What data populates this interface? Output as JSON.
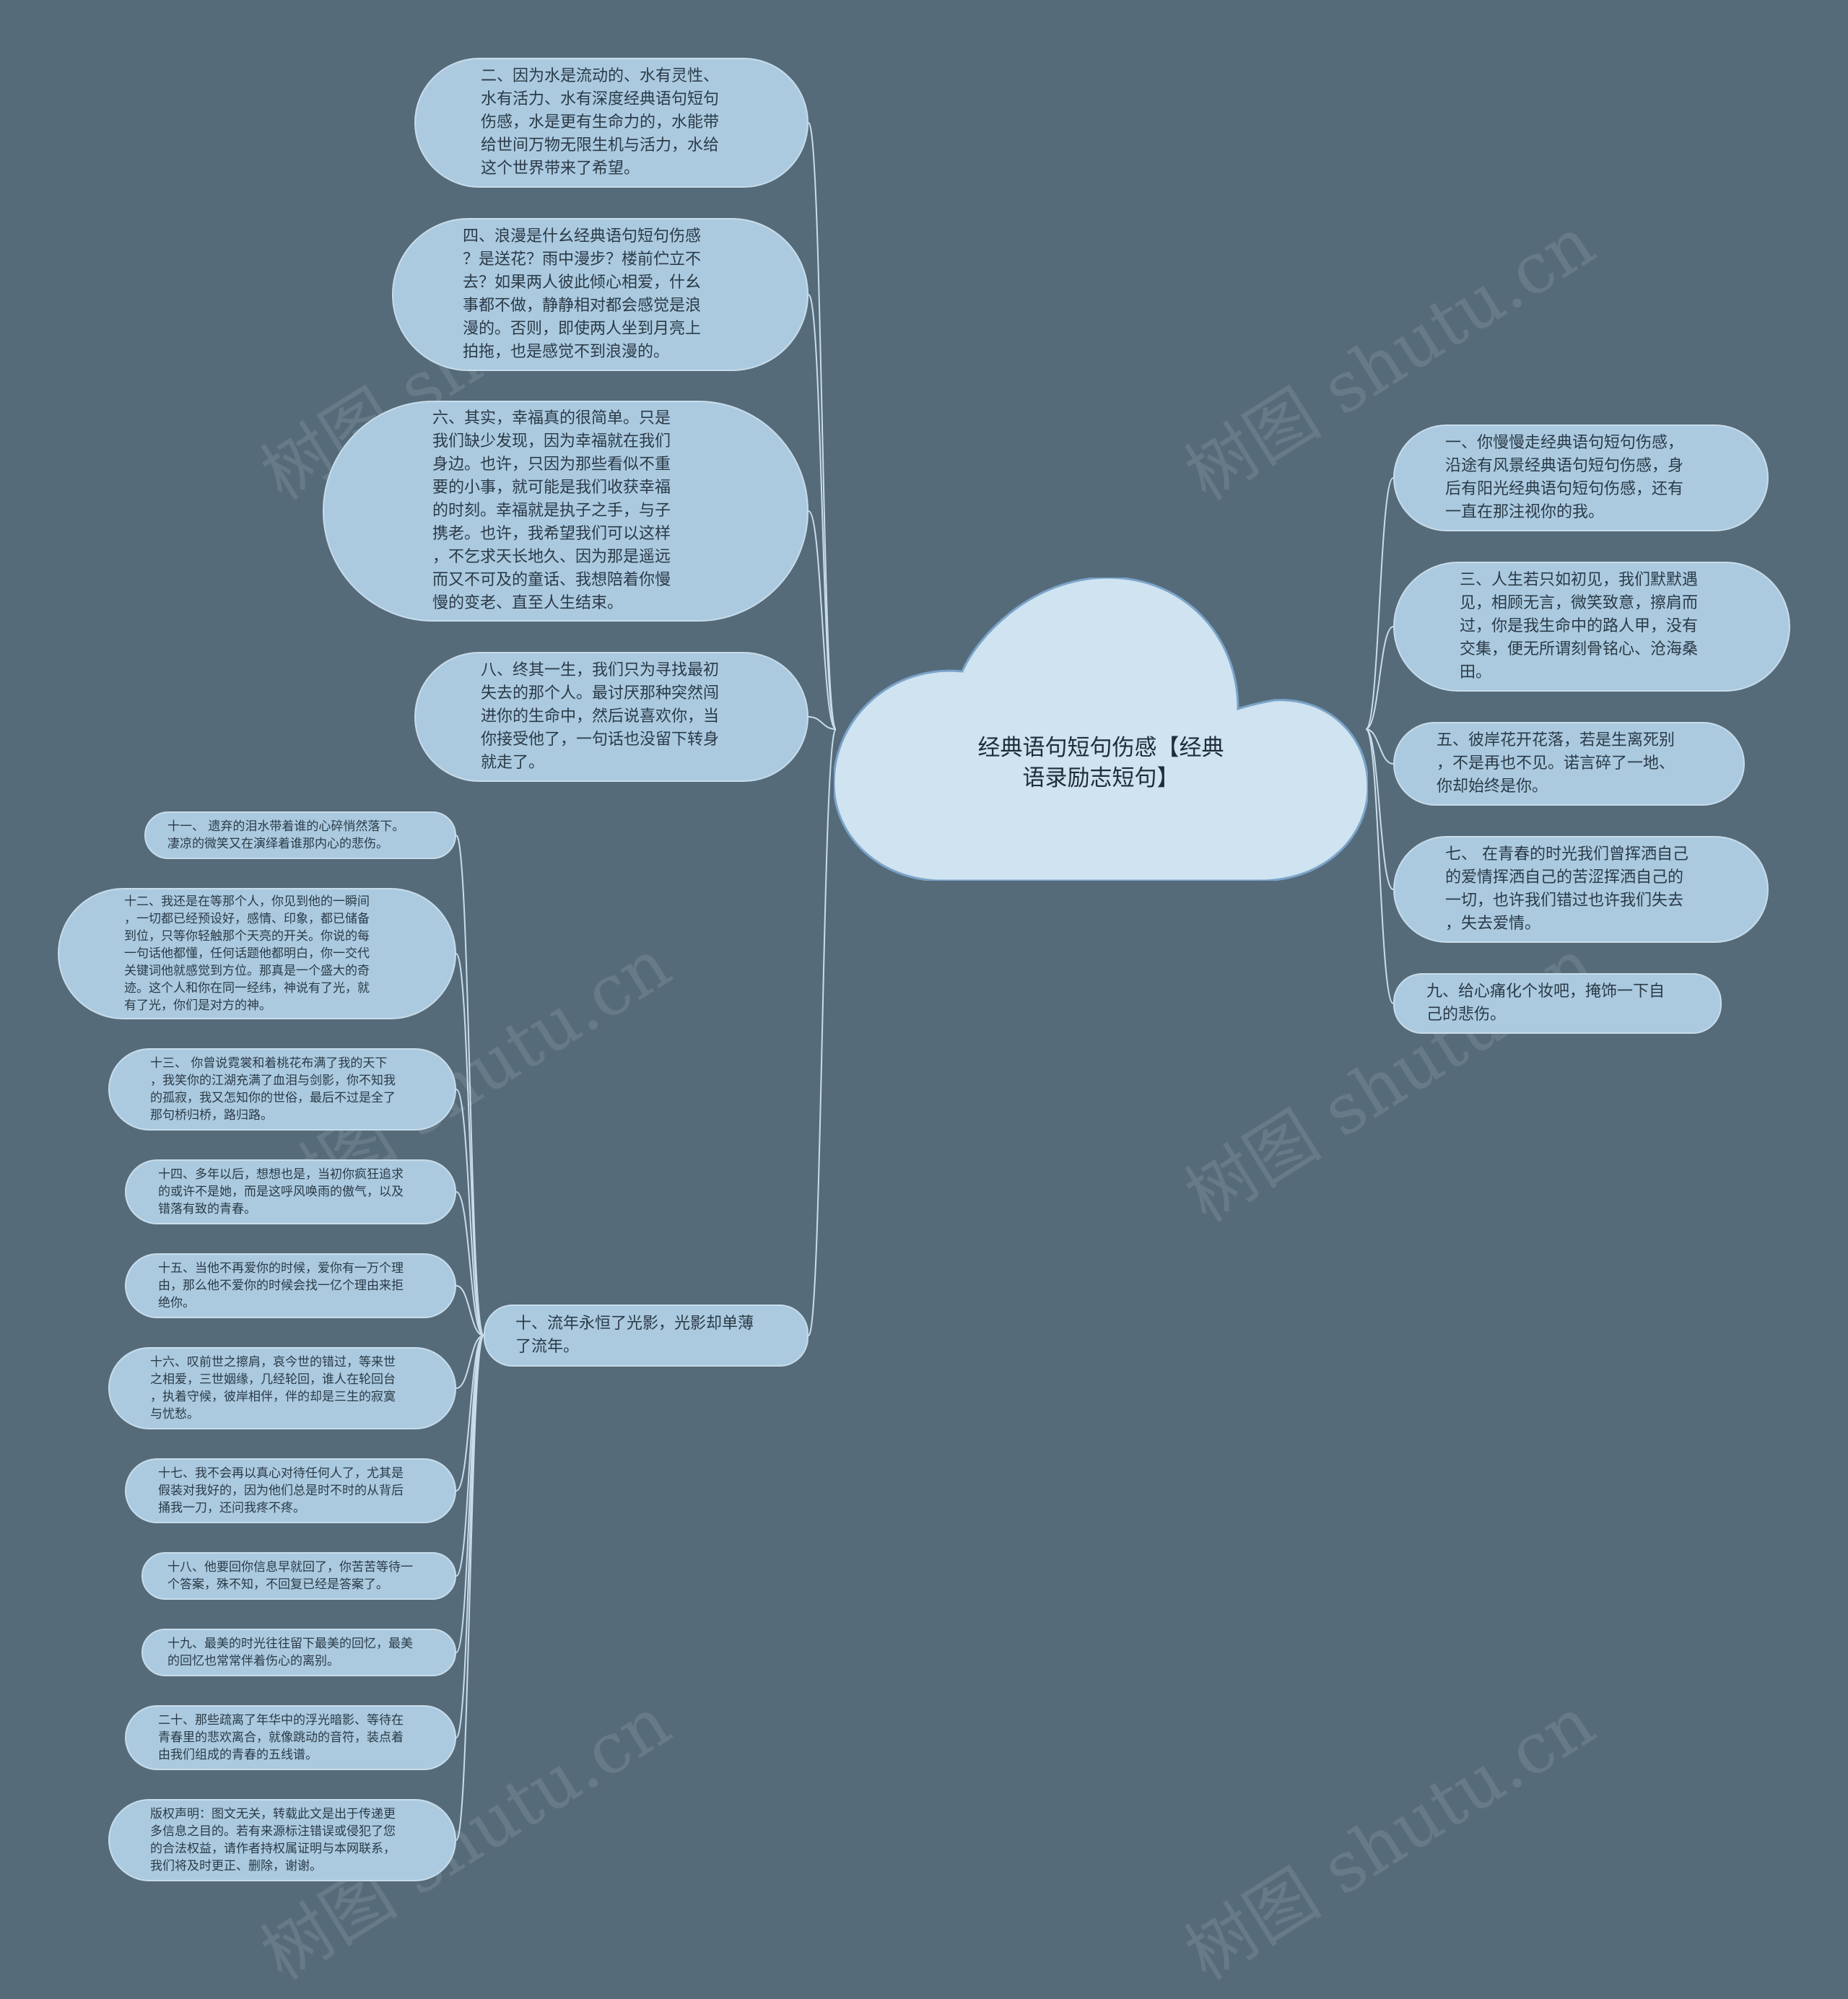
{
  "colors": {
    "background": "#566b7a",
    "node_fill": "#abcae0",
    "node_border": "#c8dcea",
    "root_fill": "#cfe3f1",
    "root_border": "#7aa3c9",
    "connector": "#c8dcea"
  },
  "root": {
    "title": "经典语句短句伤感【经典\n语录励志短句】"
  },
  "left_nodes": [
    {
      "id": "n2",
      "text": "二、因为水是流动的、水有灵性、\n水有活力、水有深度经典语句短句\n伤感，水是更有生命力的，水能带\n给世间万物无限生机与活力，水给\n这个世界带来了希望。"
    },
    {
      "id": "n4",
      "text": "四、浪漫是什幺经典语句短句伤感\n？是送花？雨中漫步？楼前伫立不\n去？如果两人彼此倾心相爱，什幺\n事都不做，静静相对都会感觉是浪\n漫的。否则，即使两人坐到月亮上\n拍拖，也是感觉不到浪漫的。"
    },
    {
      "id": "n6",
      "text": "六、其实，幸福真的很简单。只是\n我们缺少发现，因为幸福就在我们\n身边。也许，只因为那些看似不重\n要的小事，就可能是我们收获幸福\n的时刻。幸福就是执子之手，与子\n携老。也许，我希望我们可以这样\n，不乞求天长地久、因为那是遥远\n而又不可及的童话、我想陪着你慢\n慢的变老、直至人生结束。"
    },
    {
      "id": "n8",
      "text": "八、终其一生，我们只为寻找最初\n失去的那个人。最讨厌那种突然闯\n进你的生命中，然后说喜欢你，当\n你接受他了，一句话也没留下转身\n就走了。"
    },
    {
      "id": "n10",
      "text": "十、流年永恒了光影，光影却单薄\n了流年。"
    }
  ],
  "right_nodes": [
    {
      "id": "n1",
      "text": "一、你慢慢走经典语句短句伤感，\n沿途有风景经典语句短句伤感，身\n后有阳光经典语句短句伤感，还有\n一直在那注视你的我。"
    },
    {
      "id": "n3",
      "text": "三、人生若只如初见，我们默默遇\n见，相顾无言，微笑致意，擦肩而\n过，你是我生命中的路人甲，没有\n交集，便无所谓刻骨铭心、沧海桑\n田。"
    },
    {
      "id": "n5",
      "text": "五、彼岸花开花落，若是生离死别\n，不是再也不见。诺言碎了一地、\n你却始终是你。"
    },
    {
      "id": "n7",
      "text": "七、 在青春的时光我们曾挥洒自己\n的爱情挥洒自己的苦涩挥洒自己的\n一切，也许我们错过也许我们失去\n，失去爱情。"
    },
    {
      "id": "n9",
      "text": "九、给心痛化个妆吧，掩饰一下自\n己的悲伤。"
    }
  ],
  "sub_nodes": [
    {
      "id": "n11",
      "text": "十一、 遗弃的泪水带着谁的心碎悄然落下。\n凄凉的微笑又在演绎着谁那内心的悲伤。"
    },
    {
      "id": "n12",
      "text": "十二、我还是在等那个人，你见到他的一瞬间\n，一切都已经预设好，感情、印象，都已储备\n到位，只等你轻触那个天亮的开关。你说的每\n一句话他都懂，任何话题他都明白，你一交代\n关键词他就感觉到方位。那真是一个盛大的奇\n迹。这个人和你在同一经纬，神说有了光，就\n有了光，你们是对方的神。"
    },
    {
      "id": "n13",
      "text": "十三、 你曾说霓裳和着桃花布满了我的天下\n，我笑你的江湖充满了血泪与剑影，你不知我\n的孤寂，我又怎知你的世俗，最后不过是全了\n那句桥归桥，路归路。"
    },
    {
      "id": "n14",
      "text": "十四、多年以后，想想也是，当初你疯狂追求\n的或许不是她，而是这呼风唤雨的傲气，以及\n错落有致的青春。"
    },
    {
      "id": "n15",
      "text": "十五、当他不再爱你的时候，爱你有一万个理\n由，那么他不爱你的时候会找一亿个理由来拒\n绝你。"
    },
    {
      "id": "n16",
      "text": "十六、叹前世之擦肩，哀今世的错过，等来世\n之相爱，三世姻缘，几经轮回，谁人在轮回台\n，执着守候，彼岸相伴，伴的却是三生的寂寞\n与忧愁。"
    },
    {
      "id": "n17",
      "text": "十七、我不会再以真心对待任何人了，尤其是\n假装对我好的，因为他们总是时不时的从背后\n捅我一刀，还问我疼不疼。"
    },
    {
      "id": "n18",
      "text": "十八、他要回你信息早就回了，你苦苦等待一\n个答案，殊不知，不回复已经是答案了。"
    },
    {
      "id": "n19",
      "text": "十九、最美的时光往往留下最美的回忆，最美\n的回忆也常常伴着伤心的离别。"
    },
    {
      "id": "n20",
      "text": "二十、那些疏离了年华中的浮光暗影、等待在\n青春里的悲欢离合，就像跳动的音符，装点着\n由我们组成的青春的五线谱。"
    },
    {
      "id": "n21",
      "text": "版权声明：图文无关，转载此文是出于传递更\n多信息之目的。若有来源标注错误或侵犯了您\n的合法权益，请作者持权属证明与本网联系，\n我们将及时更正、删除，谢谢。"
    }
  ],
  "watermark": "树图 shutu.cn"
}
